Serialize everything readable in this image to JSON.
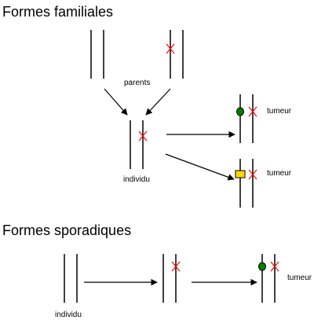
{
  "sections": {
    "familial": {
      "title": "Formes familiales"
    },
    "sporadic": {
      "title": "Formes sporadiques"
    }
  },
  "labels": {
    "parents": "parents",
    "individu_familial": "individu",
    "tumeur_1": "tumeur",
    "tumeur_2": "tumeur",
    "individu_sporadic": "individu",
    "tumeur_3": "tumeur"
  },
  "colors": {
    "mutation_mark": "#ff0000",
    "green_marker": "#008000",
    "yellow_marker": "#ffd700",
    "line": "#000000"
  },
  "icons": {
    "mutation": "red-x-icon",
    "second_hit_familial_1": "green-circle-icon",
    "second_hit_familial_2": "yellow-square-icon",
    "second_hit_sporadic": "green-circle-icon"
  }
}
